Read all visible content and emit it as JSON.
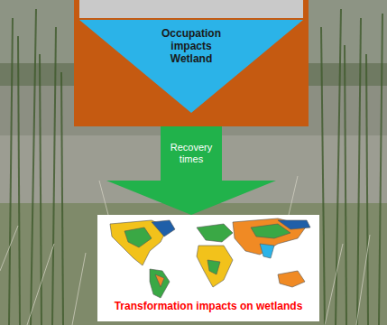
{
  "diagram": {
    "nodes": [
      {
        "text": [
          "Occupation impacts Wetland"
        ]
      },
      {
        "text": [
          "Transformation impacts on wetlands"
        ]
      }
    ],
    "edges": [
      {
        "from": 0,
        "to": 1,
        "arrow": "to",
        "label": "Recovery times"
      }
    ]
  }
}
